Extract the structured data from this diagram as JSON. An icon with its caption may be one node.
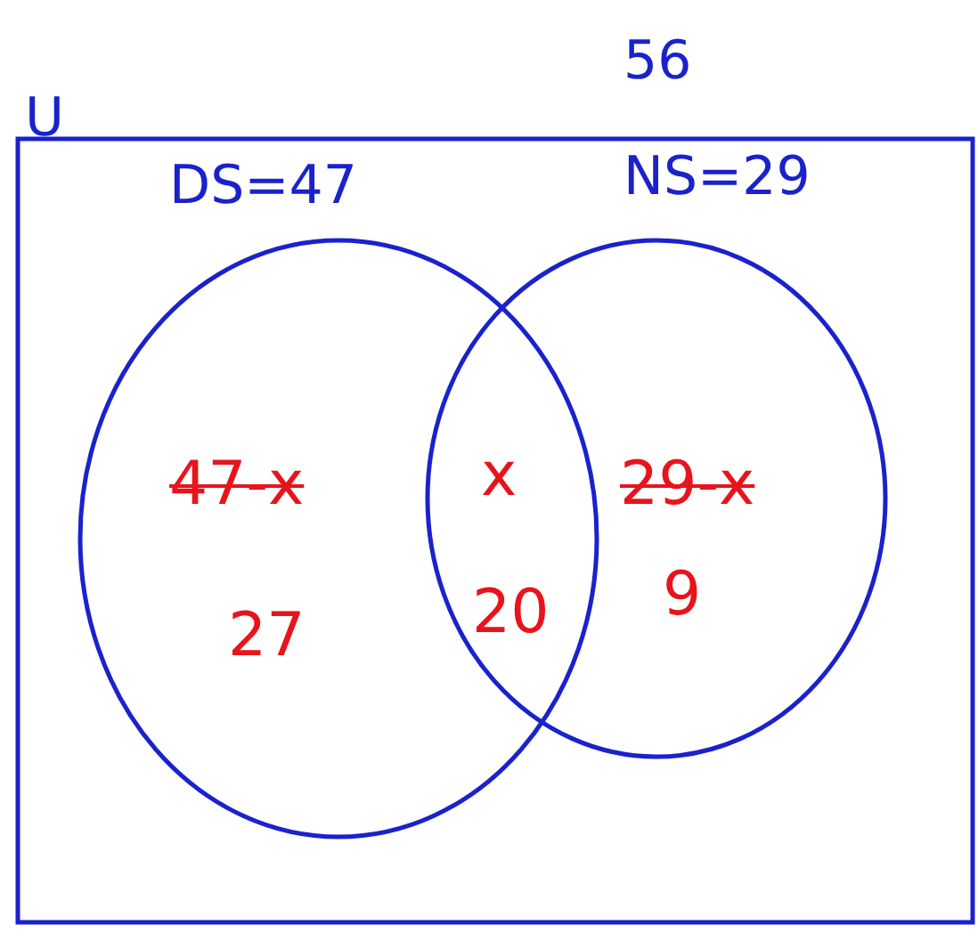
{
  "diagram": {
    "nodes": [
      {
        "text": [
          "U"
        ],
        "beside": [
          "56"
        ]
      },
      {
        "text": [
          "DS=47"
        ],
        "in": 0
      },
      {
        "text": [
          "NS=29"
        ],
        "in": 0
      }
    ],
    "labels": [
      "47-x",
      "x",
      "29-x",
      "27",
      "20",
      "9"
    ]
  }
}
